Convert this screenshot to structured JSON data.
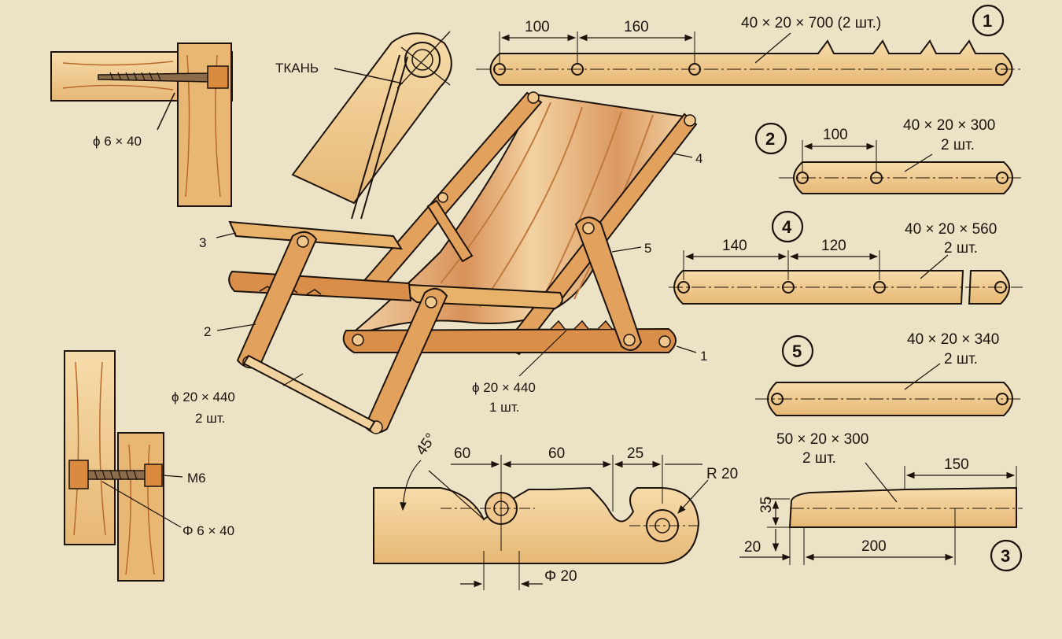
{
  "palette": {
    "paper": "#ece3c7",
    "wood_light": "#f2d39f",
    "wood_mid": "#e3a760",
    "wood_dark": "#b8682c",
    "ink": "#1c140c",
    "fabric": "#efc79a",
    "fabric_stripe": "#d9925a"
  },
  "callouts": {
    "top_left_screw": "ϕ 6 × 40",
    "fabric": "ТКАНЬ",
    "rod_left_1": "ϕ 20 × 440",
    "rod_left_2": "2 шт.",
    "rod_mid_1": "ϕ 20 × 440",
    "rod_mid_2": "1 шт.",
    "bolt": "M6",
    "bolt_screw": "Φ 6 × 40",
    "chair_label_1": "1",
    "chair_label_2": "2",
    "chair_label_3": "3",
    "chair_label_4": "4",
    "chair_label_5": "5"
  },
  "parts": {
    "p1": {
      "number": "1",
      "spec": "40 × 20 × 700 (2 шт.)",
      "dims": [
        "100",
        "160"
      ]
    },
    "p2": {
      "number": "2",
      "spec_1": "40 × 20 × 300",
      "spec_2": "2 шт.",
      "dims": [
        "100"
      ]
    },
    "p4": {
      "number": "4",
      "spec_1": "40 × 20 × 560",
      "spec_2": "2 шт.",
      "dims": [
        "140",
        "120"
      ]
    },
    "p5": {
      "number": "5",
      "spec_1": "40 × 20 × 340",
      "spec_2": "2 шт."
    },
    "p3": {
      "number": "3",
      "spec_1": "50 × 20 × 300",
      "spec_2": "2 шт.",
      "dims": [
        "150",
        "200",
        "35",
        "20"
      ]
    },
    "notch": {
      "angle": "45°",
      "dims": [
        "60",
        "60",
        "25"
      ],
      "radius": "R 20",
      "hole": "Φ 20"
    }
  }
}
